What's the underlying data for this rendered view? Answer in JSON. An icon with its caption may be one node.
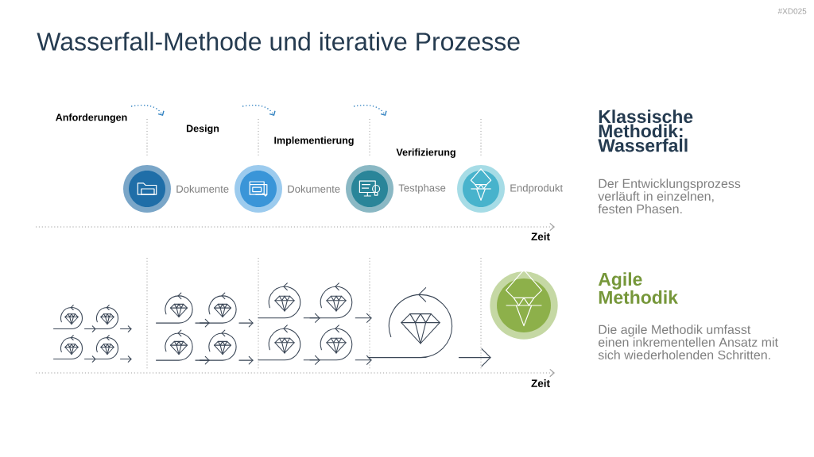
{
  "diagram": {
    "title": "Wasserfall-Methode und iterative Prozesse",
    "nodes": [
      {
        "text": [],
        "shape": "circle",
        "beside": [
          "Dokumente"
        ]
      },
      {
        "text": [],
        "shape": "circle",
        "beside": [
          "Dokumente"
        ]
      },
      {
        "text": [],
        "shape": "circle",
        "beside": [
          "Testphase"
        ]
      },
      {
        "text": [],
        "shape": "circle",
        "beside": [
          "Endprodukt"
        ]
      },
      {
        "text": [],
        "shape": "circle"
      }
    ],
    "labels": [
      "#XD025",
      "Anforderungen",
      "Design",
      "Implementierung",
      "Verifizierung",
      "Zeit",
      "Zeit",
      "Klassische Methodik: Wasserfall",
      "Der Entwicklungsprozess verläuft in einzelnen, festen Phasen.",
      "Agile Methodik",
      "Die agile Methodik umfasst einen inkrementellen Ansatz mit sich wiederholenden Schritten."
    ]
  }
}
